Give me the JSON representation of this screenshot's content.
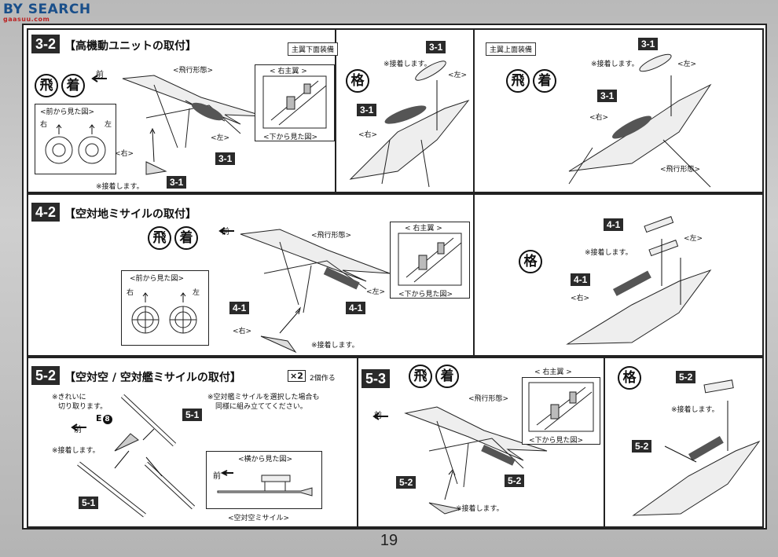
{
  "watermark": {
    "brand": "BY SEARCH",
    "sub": "gaasuu.com"
  },
  "page_number": "19",
  "glyph": {
    "fly": "飛",
    "land": "着",
    "kaku": "格"
  },
  "common": {
    "front": "前",
    "right": "右",
    "left": "左",
    "right_p": "<右>",
    "left_p": "<左>",
    "glue": "※接着します。",
    "flight_form": "<飛行形態>",
    "front_view": "<前から見た図>",
    "right_main_wing": "< 右主翼 >",
    "bottom_view": "<下から見た図>"
  },
  "sec1": {
    "step": "3-2",
    "title": "【高機動ユニットの取付】",
    "part": "3-1",
    "tag_bottom": "主翼下面装備",
    "tag_top": "主翼上面装備"
  },
  "sec2": {
    "step": "4-2",
    "title": "【空対地ミサイルの取付】",
    "part": "4-1"
  },
  "sec3": {
    "step": "5-2",
    "title": "【空対空 / 空対艦ミサイルの取付】",
    "mult": "×2",
    "mult_note": "2個作る",
    "clean": "※きれいに",
    "clean2": "切り取ります。",
    "part_code": "E",
    "part_num": "8",
    "note1": "※空対艦ミサイルを選択した場合も",
    "note2": "同様に組み立ててください。",
    "side_view": "<横から見た図>",
    "aa_missile": "<空対空ミサイル>",
    "part": "5-1"
  },
  "sec4": {
    "step": "5-3",
    "part": "5-2"
  }
}
